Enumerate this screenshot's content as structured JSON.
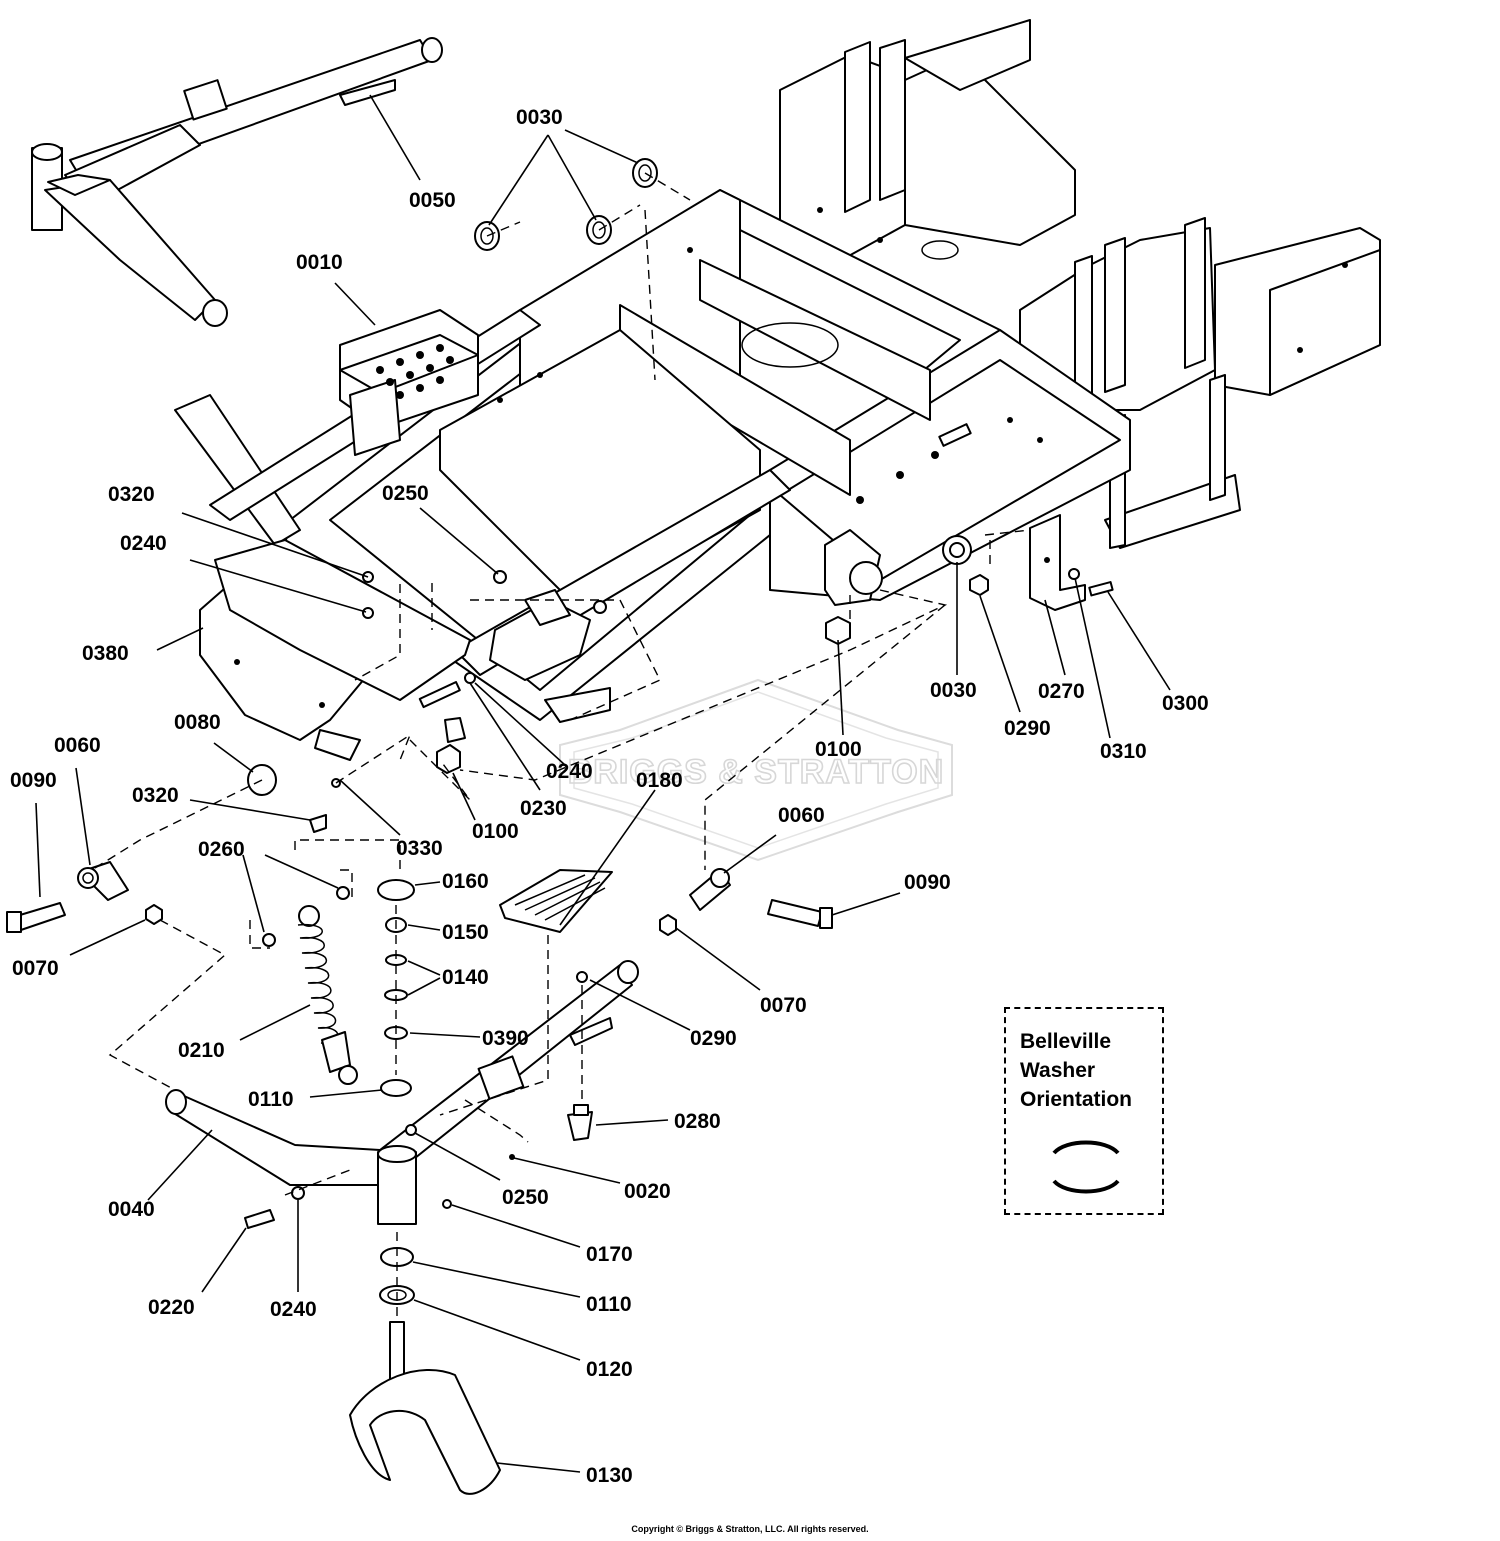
{
  "watermark": {
    "brand": "BRIGGS & STRATTON"
  },
  "callouts": [
    {
      "id": "0050",
      "text": "0050"
    },
    {
      "id": "0030-top",
      "text": "0030"
    },
    {
      "id": "0010",
      "text": "0010"
    },
    {
      "id": "0320-a",
      "text": "0320"
    },
    {
      "id": "0250-a",
      "text": "0250"
    },
    {
      "id": "0240-a",
      "text": "0240"
    },
    {
      "id": "0380",
      "text": "0380"
    },
    {
      "id": "0080",
      "text": "0080"
    },
    {
      "id": "0060-a",
      "text": "0060"
    },
    {
      "id": "0090-a",
      "text": "0090"
    },
    {
      "id": "0320-b",
      "text": "0320"
    },
    {
      "id": "0330",
      "text": "0330"
    },
    {
      "id": "0100-a",
      "text": "0100"
    },
    {
      "id": "0230",
      "text": "0230"
    },
    {
      "id": "0240-b",
      "text": "0240"
    },
    {
      "id": "0180",
      "text": "0180"
    },
    {
      "id": "0100-b",
      "text": "0100"
    },
    {
      "id": "0030-side",
      "text": "0030"
    },
    {
      "id": "0290-a",
      "text": "0290"
    },
    {
      "id": "0270",
      "text": "0270"
    },
    {
      "id": "0310",
      "text": "0310"
    },
    {
      "id": "0300",
      "text": "0300"
    },
    {
      "id": "0060-b",
      "text": "0060"
    },
    {
      "id": "0090-b",
      "text": "0090"
    },
    {
      "id": "0260",
      "text": "0260"
    },
    {
      "id": "0160",
      "text": "0160"
    },
    {
      "id": "0150",
      "text": "0150"
    },
    {
      "id": "0140",
      "text": "0140"
    },
    {
      "id": "0070-a",
      "text": "0070"
    },
    {
      "id": "0070-b",
      "text": "0070"
    },
    {
      "id": "0390",
      "text": "0390"
    },
    {
      "id": "0290-b",
      "text": "0290"
    },
    {
      "id": "0210",
      "text": "0210"
    },
    {
      "id": "0110-a",
      "text": "0110"
    },
    {
      "id": "0280",
      "text": "0280"
    },
    {
      "id": "0040",
      "text": "0040"
    },
    {
      "id": "0250-b",
      "text": "0250"
    },
    {
      "id": "0020",
      "text": "0020"
    },
    {
      "id": "0170",
      "text": "0170"
    },
    {
      "id": "0220",
      "text": "0220"
    },
    {
      "id": "0240-c",
      "text": "0240"
    },
    {
      "id": "0110-b",
      "text": "0110"
    },
    {
      "id": "0120",
      "text": "0120"
    },
    {
      "id": "0130",
      "text": "0130"
    }
  ],
  "orientation_box": {
    "title_line1": "Belleville",
    "title_line2": "Washer",
    "title_line3": "Orientation"
  },
  "copyright": "Copyright © Briggs & Stratton, LLC. All rights reserved."
}
